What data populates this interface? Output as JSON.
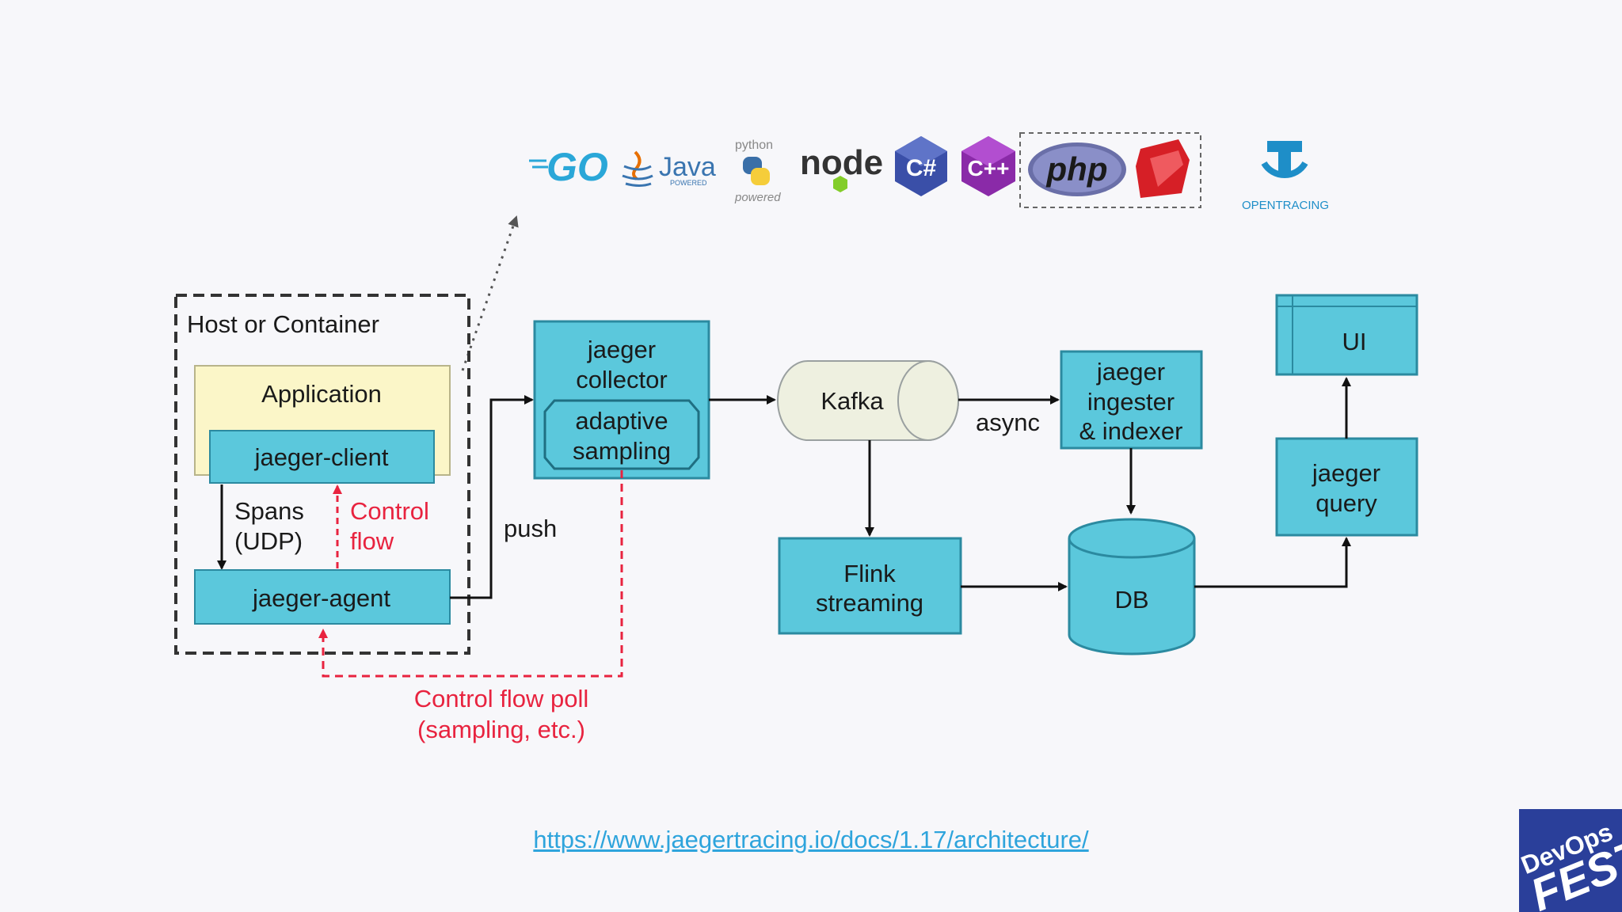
{
  "languages": {
    "go": "GO",
    "java": "Java",
    "java_sub": "POWERED",
    "python_top": "python",
    "python_bottom": "powered",
    "node": "node",
    "csharp": "C#",
    "cpp": "C++",
    "php": "php",
    "opentracing": "OPENTRACING"
  },
  "diagram": {
    "host_title": "Host or Container",
    "application": "Application",
    "jaeger_client": "jaeger-client",
    "spans_line1": "Spans",
    "spans_line2": "(UDP)",
    "control_line1": "Control",
    "control_line2": "flow",
    "jaeger_agent": "jaeger-agent",
    "push": "push",
    "collector_line1": "jaeger",
    "collector_line2": "collector",
    "adaptive_line1": "adaptive",
    "adaptive_line2": "sampling",
    "kafka": "Kafka",
    "async": "async",
    "ingester_line1": "jaeger",
    "ingester_line2": "ingester",
    "ingester_line3": "& indexer",
    "flink_line1": "Flink",
    "flink_line2": "streaming",
    "db": "DB",
    "query_line1": "jaeger",
    "query_line2": "query",
    "ui": "UI",
    "poll_line1": "Control flow poll",
    "poll_line2": "(sampling, etc.)"
  },
  "link": "https://www.jaegertracing.io/docs/1.17/architecture/",
  "badge": {
    "line1": "DevOps",
    "line2": "FEST"
  },
  "colors": {
    "box": "#5bc8dc",
    "box_border": "#2b8aa0",
    "app": "#fbf6c8",
    "control": "#e8233f",
    "kafka": "#eef0e0",
    "link": "#2ea4dc",
    "badge": "#2a3f9a"
  }
}
